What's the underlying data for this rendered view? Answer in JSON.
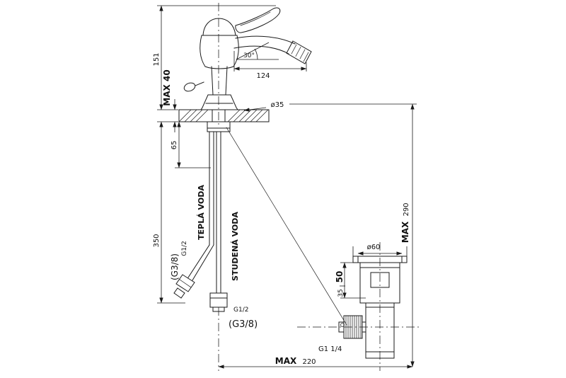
{
  "page": {
    "background": "#ffffff",
    "line_color": "#1a1a1a"
  },
  "dimensions": {
    "height_above_deck": "151",
    "deck_thickness_max": "MAX 40",
    "shank_length": "65",
    "hose_length": "350",
    "spout_reach": "124",
    "spout_angle": "30°",
    "base_diameter": "ø35",
    "drain_flange_diameter": "ø60",
    "drain_height_max_label": "MAX",
    "drain_height_value": "290",
    "drain_clamp_max": "50",
    "drain_clamp_min": "35",
    "drain_offset_label": "MAX",
    "drain_offset_value": "220"
  },
  "labels": {
    "hot_water": "TEPLÁ VODA",
    "cold_water": "STUDENÁ VODA",
    "hot_thread": "G1/2",
    "hot_thread_alt": "(G3/8)",
    "outlet_thread": "G1/2",
    "outlet_thread_alt": "(G3/8)",
    "drain_thread": "G1 1/4"
  }
}
